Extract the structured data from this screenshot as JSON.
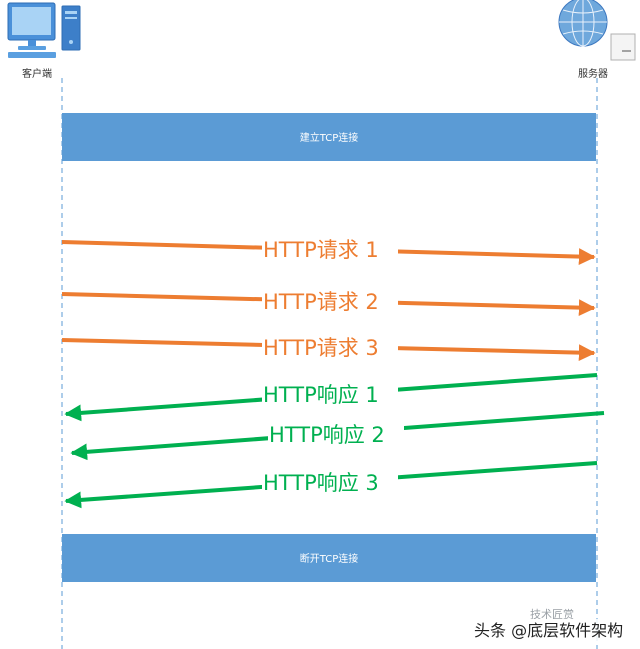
{
  "client": {
    "label": "客户端",
    "icon": "desktop-computer-icon"
  },
  "server": {
    "label": "服务器",
    "icon": "globe-server-icon"
  },
  "connect_bar": {
    "label": "建立TCP连接"
  },
  "disconnect_bar": {
    "label": "断开TCP连接"
  },
  "colors": {
    "bar": "#5b9bd5",
    "request": "#ed7d31",
    "response": "#00b050",
    "lifeline": "#5b9bd5"
  },
  "requests": [
    {
      "label": "HTTP请求 1"
    },
    {
      "label": "HTTP请求 2"
    },
    {
      "label": "HTTP请求 3"
    }
  ],
  "responses": [
    {
      "label": "HTTP响应 1"
    },
    {
      "label": "HTTP响应 2"
    },
    {
      "label": "HTTP响应 3"
    }
  ],
  "watermark": {
    "text": "头条 @底层软件架构",
    "faded_text": "技术匠赏"
  }
}
